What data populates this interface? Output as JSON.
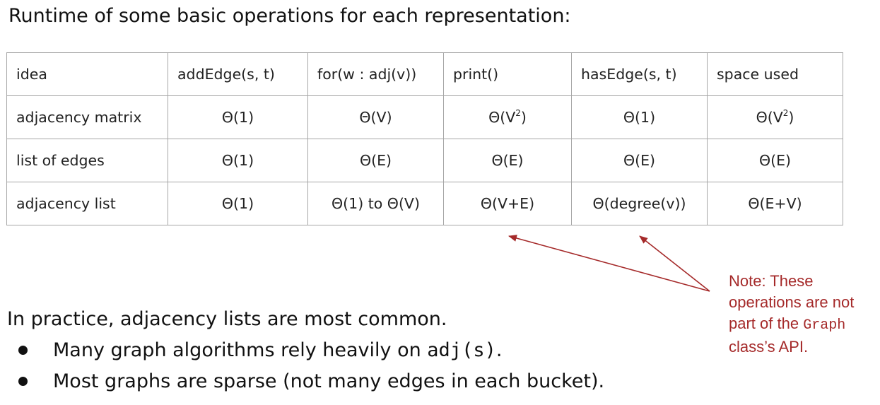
{
  "title": "Runtime of some basic operations for each representation:",
  "table": {
    "headers": [
      "idea",
      "addEdge(s, t)",
      "for(w : adj(v))",
      "print()",
      "hasEdge(s, t)",
      "space used"
    ],
    "rows": [
      {
        "label": "adjacency matrix",
        "cells": [
          "Θ(1)",
          "Θ(V)",
          {
            "base": "Θ(V",
            "sup": "2",
            "tail": ")"
          },
          "Θ(1)",
          {
            "base": "Θ(V",
            "sup": "2",
            "tail": ")"
          }
        ]
      },
      {
        "label": "list of edges",
        "cells": [
          "Θ(1)",
          "Θ(E)",
          "Θ(E)",
          "Θ(E)",
          "Θ(E)"
        ]
      },
      {
        "label": "adjacency list",
        "cells": [
          "Θ(1)",
          "Θ(1) to Θ(V)",
          "Θ(V+E)",
          "Θ(degree(v))",
          "Θ(E+V)"
        ]
      }
    ]
  },
  "note": {
    "prefix": "Note: These operations are not part of the ",
    "code": "Graph",
    "suffix": " class’s API.",
    "color": "#a52a2a"
  },
  "practice": {
    "text": "In practice, adjacency lists are most common.",
    "bullets": [
      {
        "prefix": "Many graph algorithms rely heavily on ",
        "code": "adj(s)",
        "suffix": "."
      },
      {
        "prefix": "Most graphs are sparse (not many edges in each bucket).",
        "code": "",
        "suffix": ""
      }
    ]
  }
}
